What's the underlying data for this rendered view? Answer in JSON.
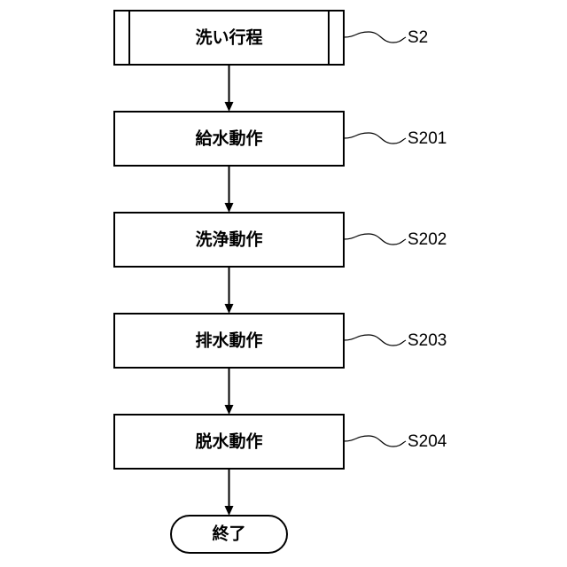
{
  "flowchart": {
    "steps": [
      {
        "label": "洗い行程",
        "ref": "S2",
        "kind": "subroutine"
      },
      {
        "label": "給水動作",
        "ref": "S201",
        "kind": "process"
      },
      {
        "label": "洗浄動作",
        "ref": "S202",
        "kind": "process"
      },
      {
        "label": "排水動作",
        "ref": "S203",
        "kind": "process"
      },
      {
        "label": "脱水動作",
        "ref": "S204",
        "kind": "process"
      }
    ],
    "terminal": {
      "label": "終了",
      "kind": "terminator"
    }
  }
}
